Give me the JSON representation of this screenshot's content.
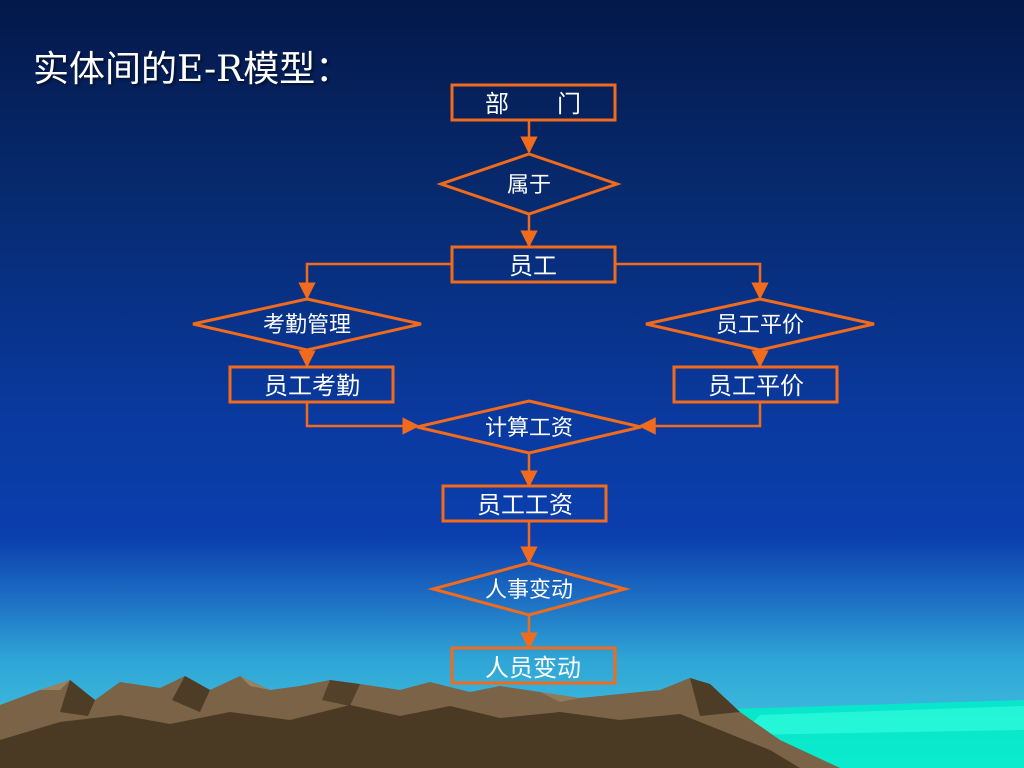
{
  "slide": {
    "title": "实体间的E-R模型："
  },
  "colors": {
    "stroke": "#f26a1b",
    "text": "#ffffff",
    "sea": "#00f0c8"
  },
  "nodes": [
    {
      "id": "department",
      "shape": "entity",
      "label": "部　　门"
    },
    {
      "id": "belongs_to",
      "shape": "relationship",
      "label": "属于"
    },
    {
      "id": "employee",
      "shape": "entity",
      "label": "员工"
    },
    {
      "id": "attendance_mgmt",
      "shape": "relationship",
      "label": "考勤管理"
    },
    {
      "id": "employee_evaluation_rel",
      "shape": "relationship",
      "label": "员工平价"
    },
    {
      "id": "employee_attendance",
      "shape": "entity",
      "label": "员工考勤"
    },
    {
      "id": "employee_evaluation",
      "shape": "entity",
      "label": "员工平价"
    },
    {
      "id": "calculate_salary",
      "shape": "relationship",
      "label": "计算工资"
    },
    {
      "id": "employee_salary",
      "shape": "entity",
      "label": "员工工资"
    },
    {
      "id": "personnel_change_rel",
      "shape": "relationship",
      "label": "人事变动"
    },
    {
      "id": "personnel_change",
      "shape": "entity",
      "label": "人员变动"
    }
  ],
  "edges": [
    {
      "from": "department",
      "to": "belongs_to"
    },
    {
      "from": "belongs_to",
      "to": "employee"
    },
    {
      "from": "employee",
      "to": "attendance_mgmt"
    },
    {
      "from": "employee",
      "to": "employee_evaluation_rel"
    },
    {
      "from": "attendance_mgmt",
      "to": "employee_attendance"
    },
    {
      "from": "employee_evaluation_rel",
      "to": "employee_evaluation"
    },
    {
      "from": "employee_attendance",
      "to": "calculate_salary"
    },
    {
      "from": "employee_evaluation",
      "to": "calculate_salary"
    },
    {
      "from": "calculate_salary",
      "to": "employee_salary"
    },
    {
      "from": "employee_salary",
      "to": "personnel_change_rel"
    },
    {
      "from": "personnel_change_rel",
      "to": "personnel_change"
    }
  ]
}
